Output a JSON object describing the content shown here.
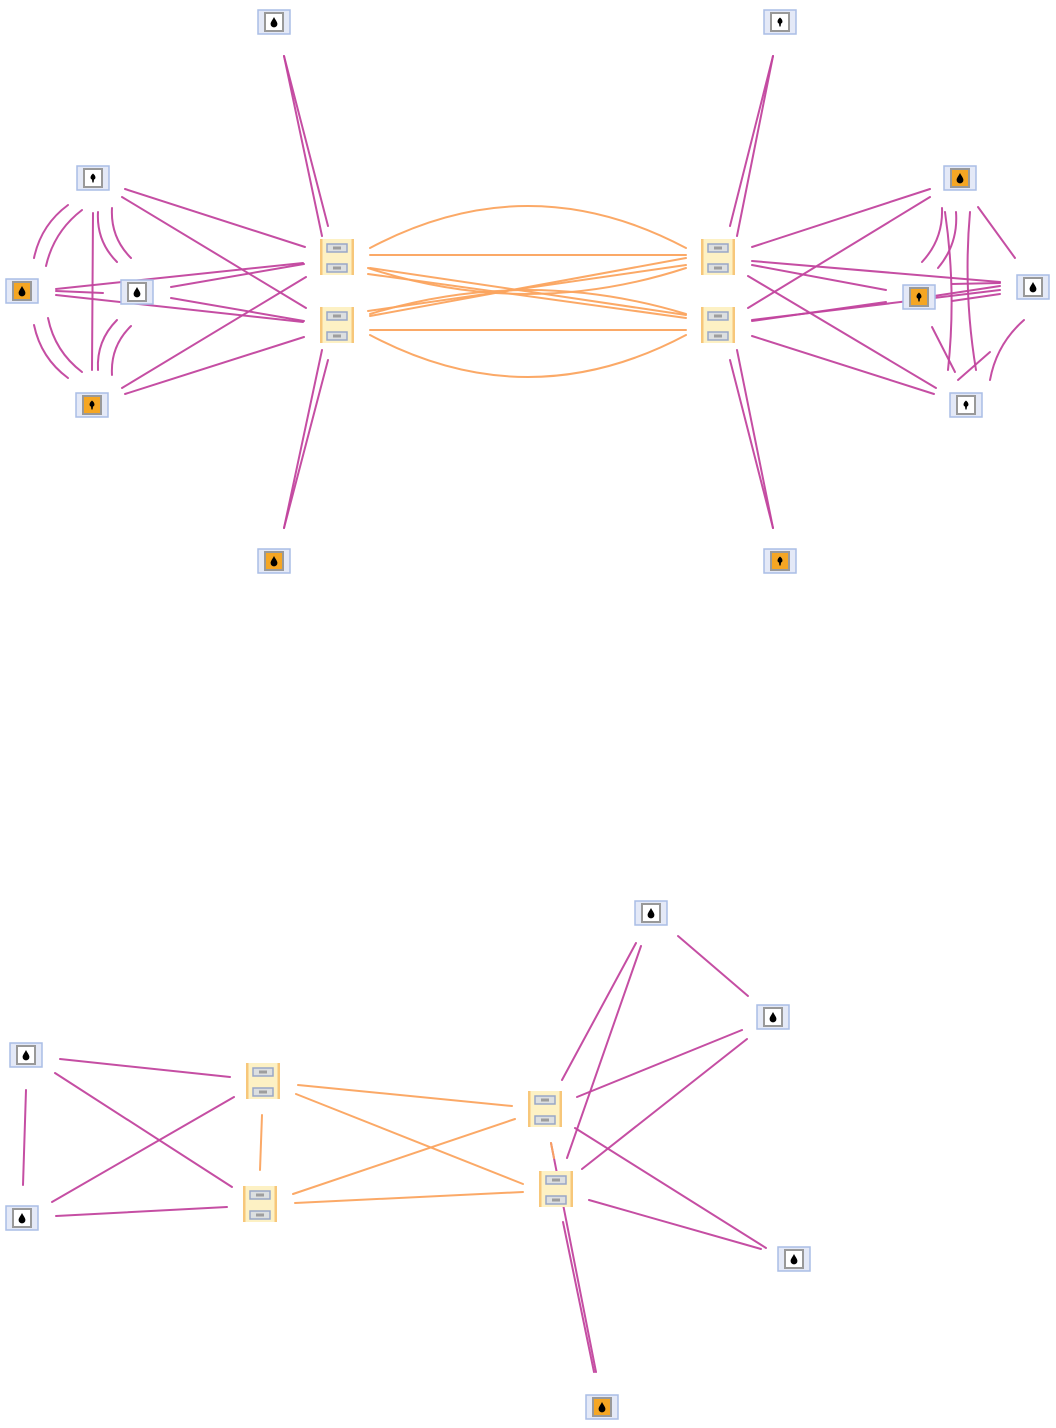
{
  "colors": {
    "background": "#ffffff",
    "host_link": "#c2449e",
    "switch_link": "#fba45f",
    "host_frame_fill": "#e4e9f7",
    "host_frame_stroke": "#aabde6",
    "host_inner_stroke": "#999999",
    "host_fill_normal": "#ffffff",
    "host_fill_active": "#f5a623",
    "switch_fill": "#fdf1c4",
    "switch_stroke": "#f7c77a",
    "switch_port_fill": "#dcdfe0",
    "switch_port_stroke": "#9aa7c7",
    "droplet": "#000000"
  },
  "diagrams": [
    {
      "id": "top-topology",
      "nodes": [
        {
          "id": "h-top-left",
          "type": "host",
          "active": false,
          "icon": "droplet-icon"
        },
        {
          "id": "h-top-right",
          "type": "host",
          "active": false,
          "icon": "droplet-pin-icon"
        },
        {
          "id": "h-l1",
          "type": "host",
          "active": false,
          "icon": "droplet-pin-icon"
        },
        {
          "id": "h-l2",
          "type": "host",
          "active": true,
          "icon": "droplet-icon"
        },
        {
          "id": "h-l3",
          "type": "host",
          "active": false,
          "icon": "droplet-icon"
        },
        {
          "id": "h-l4",
          "type": "host",
          "active": true,
          "icon": "droplet-pin-icon"
        },
        {
          "id": "h-r1",
          "type": "host",
          "active": true,
          "icon": "droplet-icon"
        },
        {
          "id": "h-r2",
          "type": "host",
          "active": true,
          "icon": "droplet-pin-icon"
        },
        {
          "id": "h-r3",
          "type": "host",
          "active": false,
          "icon": "droplet-icon"
        },
        {
          "id": "h-r4",
          "type": "host",
          "active": false,
          "icon": "droplet-pin-icon"
        },
        {
          "id": "h-bot-left",
          "type": "host",
          "active": true,
          "icon": "droplet-icon"
        },
        {
          "id": "h-bot-right",
          "type": "host",
          "active": true,
          "icon": "droplet-pin-icon"
        },
        {
          "id": "s-l1",
          "type": "switch"
        },
        {
          "id": "s-l2",
          "type": "switch"
        },
        {
          "id": "s-r1",
          "type": "switch"
        },
        {
          "id": "s-r2",
          "type": "switch"
        }
      ]
    },
    {
      "id": "bottom-topology",
      "nodes": [
        {
          "id": "b-h1",
          "type": "host",
          "active": false,
          "icon": "droplet-icon"
        },
        {
          "id": "b-h2",
          "type": "host",
          "active": false,
          "icon": "droplet-icon"
        },
        {
          "id": "b-h3",
          "type": "host",
          "active": false,
          "icon": "droplet-icon"
        },
        {
          "id": "b-h4",
          "type": "host",
          "active": false,
          "icon": "droplet-icon"
        },
        {
          "id": "b-h5",
          "type": "host",
          "active": false,
          "icon": "droplet-icon"
        },
        {
          "id": "b-h6",
          "type": "host",
          "active": true,
          "icon": "droplet-icon"
        },
        {
          "id": "b-s1",
          "type": "switch"
        },
        {
          "id": "b-s2",
          "type": "switch"
        },
        {
          "id": "b-s3",
          "type": "switch"
        },
        {
          "id": "b-s4",
          "type": "switch"
        }
      ]
    }
  ]
}
